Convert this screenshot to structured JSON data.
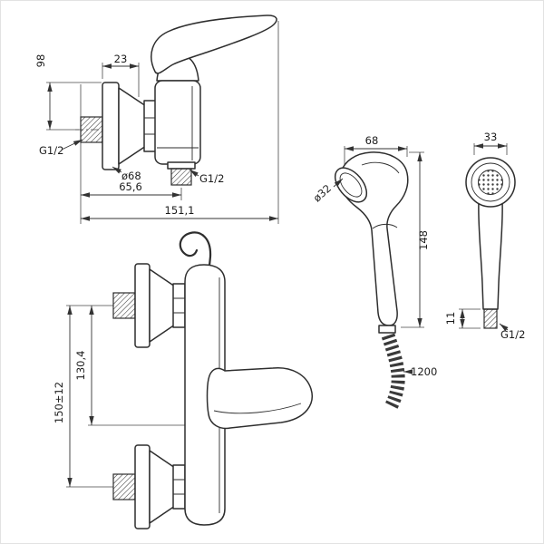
{
  "drawing": {
    "background": "#ffffff",
    "line_color": "#2e2e2e"
  },
  "labels": {
    "mixer_side": {
      "height": "98",
      "escutcheon_depth": "23",
      "inlet_thread": "G1/2",
      "escutcheon_diameter": "ø68",
      "outlet_thread": "G1/2",
      "wall_to_outlet": "65,6",
      "overall_depth": "151,1"
    },
    "mixer_front": {
      "axis_to_bottom": "130,4",
      "mount_spacing": "150±12"
    },
    "shower_side": {
      "head_length": "68",
      "face_diameter": "ø32",
      "overall_height": "148",
      "hose_length": "1200"
    },
    "shower_front": {
      "head_width": "33",
      "thread_length": "11",
      "thread_size": "G1/2"
    }
  }
}
